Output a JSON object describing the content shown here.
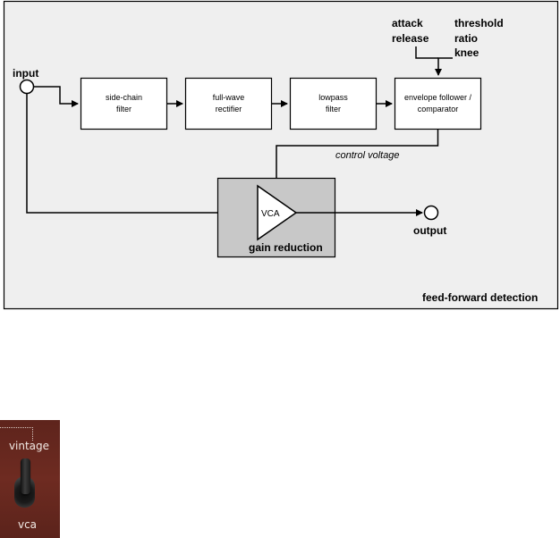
{
  "diagram": {
    "blocks": {
      "sidechain": [
        "side-chain",
        "filter"
      ],
      "rectifier": [
        "full-wave",
        "rectifier"
      ],
      "lowpass": [
        "lowpass",
        "filter"
      ],
      "envelope": [
        "envelope follower /",
        "comparator"
      ],
      "vca": "VCA"
    },
    "labels": {
      "input": "input",
      "output": "output",
      "attack": "attack",
      "release": "release",
      "threshold": "threshold",
      "ratio": "ratio",
      "knee": "knee",
      "control_voltage": "control voltage",
      "gain_reduction": "gain reduction",
      "feed_forward": "feed-forward detection"
    },
    "colors": {
      "panel_bg": "#efefef",
      "gain_box_bg": "#c8c8c8",
      "block_bg": "#ffffff",
      "line": "#000000"
    }
  },
  "switch": {
    "top_label": "vintage",
    "bottom_label": "vca",
    "icon": "toggle-switch-icon",
    "color": "#6b2a20"
  }
}
